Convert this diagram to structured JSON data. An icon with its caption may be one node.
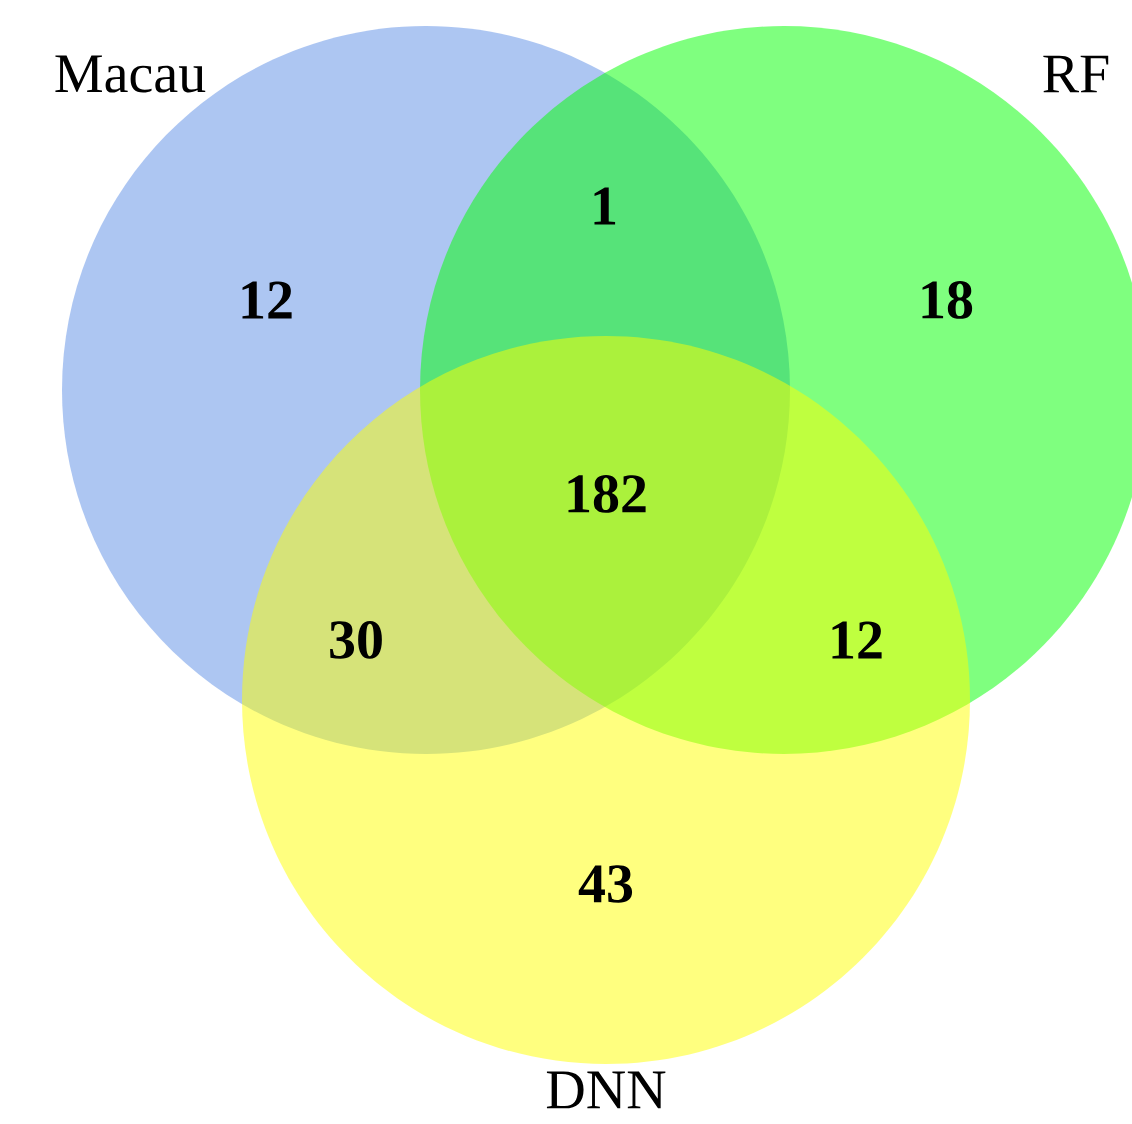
{
  "diagram": {
    "nodes": [
      {
        "text": [
          "Macau"
        ]
      },
      {
        "text": [
          "RF"
        ]
      },
      {
        "text": [
          "DNN"
        ]
      }
    ],
    "labels": [
      "1",
      "12",
      "18",
      "182",
      "30",
      "12",
      "43"
    ]
  }
}
